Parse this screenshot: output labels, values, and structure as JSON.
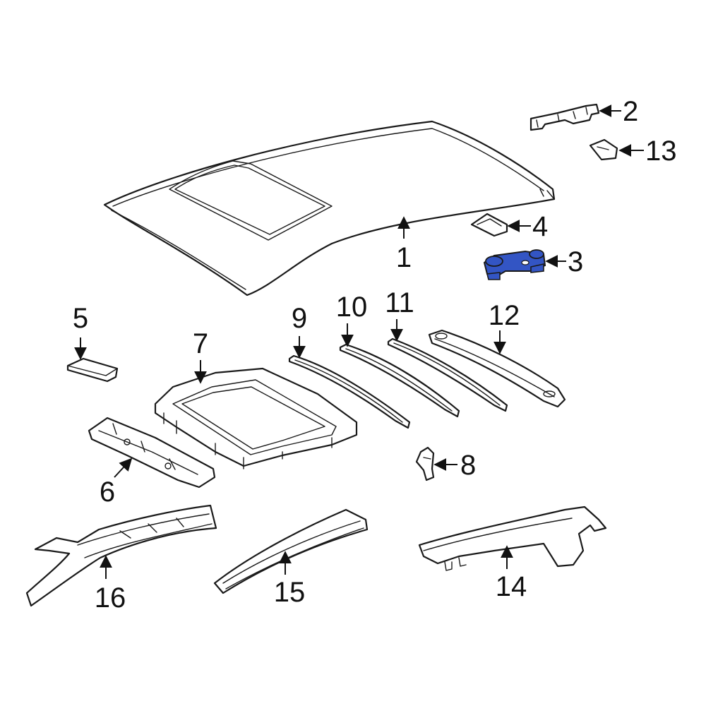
{
  "diagram": {
    "highlight_color": "#3355c4",
    "callouts": [
      {
        "id": "1",
        "label": "1"
      },
      {
        "id": "2",
        "label": "2"
      },
      {
        "id": "3",
        "label": "3"
      },
      {
        "id": "4",
        "label": "4"
      },
      {
        "id": "5",
        "label": "5"
      },
      {
        "id": "6",
        "label": "6"
      },
      {
        "id": "7",
        "label": "7"
      },
      {
        "id": "8",
        "label": "8"
      },
      {
        "id": "9",
        "label": "9"
      },
      {
        "id": "10",
        "label": "10"
      },
      {
        "id": "11",
        "label": "11"
      },
      {
        "id": "12",
        "label": "12"
      },
      {
        "id": "13",
        "label": "13"
      },
      {
        "id": "14",
        "label": "14"
      },
      {
        "id": "15",
        "label": "15"
      },
      {
        "id": "16",
        "label": "16"
      }
    ]
  }
}
